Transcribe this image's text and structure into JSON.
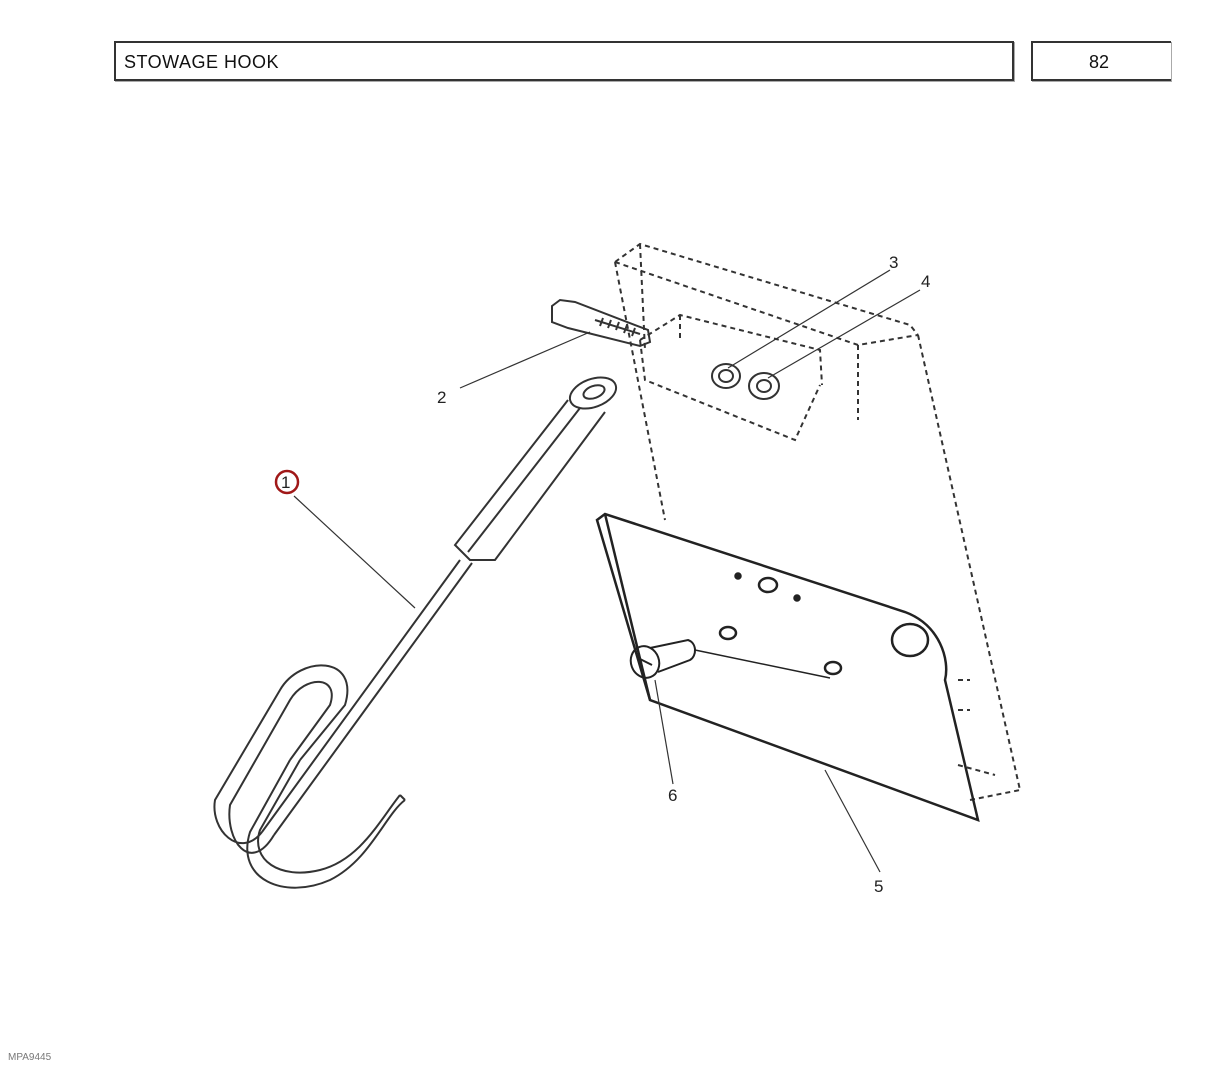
{
  "header": {
    "title": "STOWAGE HOOK",
    "page_number": "82"
  },
  "callouts": {
    "c1": "1",
    "c2": "2",
    "c3": "3",
    "c4": "4",
    "c5": "5",
    "c6": "6"
  },
  "highlight_color": "#a01818",
  "footer": {
    "figure_code": "MPA9445"
  }
}
